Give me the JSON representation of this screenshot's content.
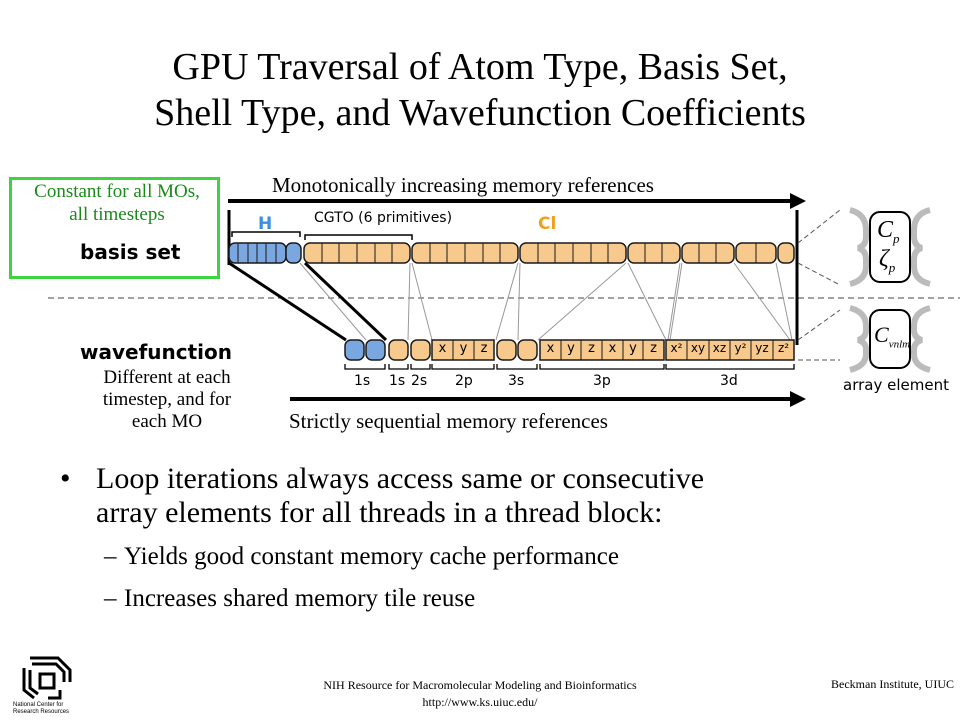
{
  "title": {
    "line1": "GPU Traversal of Atom Type, Basis Set,",
    "line2": "Shell Type, and Wavefunction Coefficients"
  },
  "diagram": {
    "constant_note": [
      "Constant for all MOs,",
      "all timesteps"
    ],
    "basis_set_label": "basis set",
    "monotonic_label": "Monotonically increasing memory references",
    "h_label": "H",
    "cgto_label": "CGTO (6 primitives)",
    "cl_label": "Cl",
    "wavefunction_label": "wavefunction",
    "different_note": [
      "Different at each",
      "timestep, and for",
      "each MO"
    ],
    "sequential_label": "Strictly sequential memory references",
    "shell_labels": [
      "1s",
      "1s",
      "2s",
      "2p",
      "3s",
      "3p",
      "3d"
    ],
    "p_cells": [
      "x",
      "y",
      "z"
    ],
    "d_cells": [
      "x²",
      "xy",
      "xz",
      "y²",
      "yz",
      "z²"
    ],
    "array_element_label": "array element",
    "coef_c": "C",
    "coef_sub_p": "p",
    "coef_zeta": "ζ",
    "coef_sub_vnlm": "vnlm",
    "colors": {
      "h_blue": "#7ba7e0",
      "cl_orange": "#f8c98c",
      "green_box": "#3fd43f",
      "h_text": "#3a8ee6",
      "cl_text": "#f0a020"
    }
  },
  "bullets": {
    "main_dot": "•",
    "main": [
      "Loop iterations always access same or consecutive",
      "array elements for all threads in a thread block:"
    ],
    "subs": [
      {
        "dash": "–",
        "text": "Yields good constant memory cache performance"
      },
      {
        "dash": "–",
        "text": "Increases shared memory tile reuse"
      }
    ]
  },
  "footer": {
    "center_line1": "NIH Resource for Macromolecular Modeling and Bioinformatics",
    "center_line2": "http://www.ks.uiuc.edu/",
    "right": "Beckman Institute, UIUC",
    "logo_text": [
      "National Center for",
      "Research Resources"
    ]
  }
}
